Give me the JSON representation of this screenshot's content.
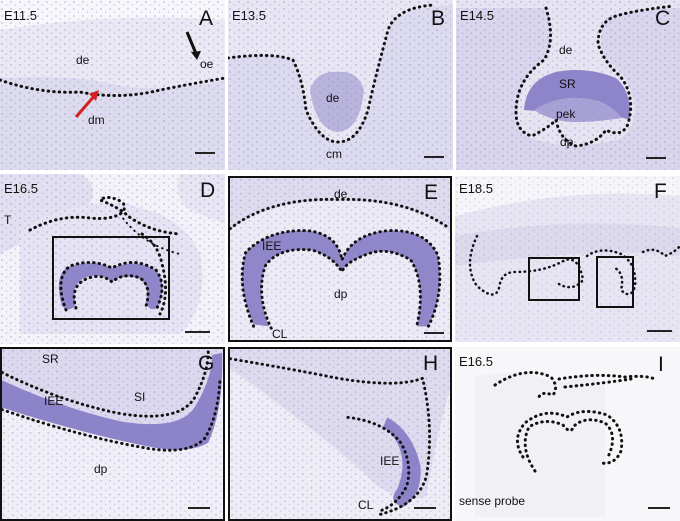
{
  "panels": {
    "A": {
      "letter": "A",
      "stage": "E11.5",
      "labels": {
        "de": "de",
        "oe": "oe",
        "dm": "dm"
      }
    },
    "B": {
      "letter": "B",
      "stage": "E13.5",
      "labels": {
        "de": "de",
        "cm": "cm"
      }
    },
    "C": {
      "letter": "C",
      "stage": "E14.5",
      "labels": {
        "de": "de",
        "sr": "SR",
        "pek": "pek",
        "dp": "dp"
      }
    },
    "D": {
      "letter": "D",
      "stage": "E16.5",
      "labels": {
        "t": "T"
      }
    },
    "E": {
      "letter": "E",
      "labels": {
        "de": "de",
        "iee": "IEE",
        "dp": "dp",
        "cl": "CL"
      }
    },
    "F": {
      "letter": "F",
      "stage": "E18.5"
    },
    "G": {
      "letter": "G",
      "labels": {
        "sr": "SR",
        "iee": "IEE",
        "si": "SI",
        "dp": "dp"
      }
    },
    "H": {
      "letter": "H",
      "labels": {
        "iee": "IEE",
        "cl": "CL"
      }
    },
    "I": {
      "letter": "I",
      "stage": "E16.5",
      "caption": "sense probe"
    }
  },
  "colors": {
    "stain_light": "#e4e2f0",
    "stain_mid": "#b9b4dc",
    "stain_dark": "#7c73c0",
    "dots": "#111111",
    "arrow_red": "#d42020"
  }
}
